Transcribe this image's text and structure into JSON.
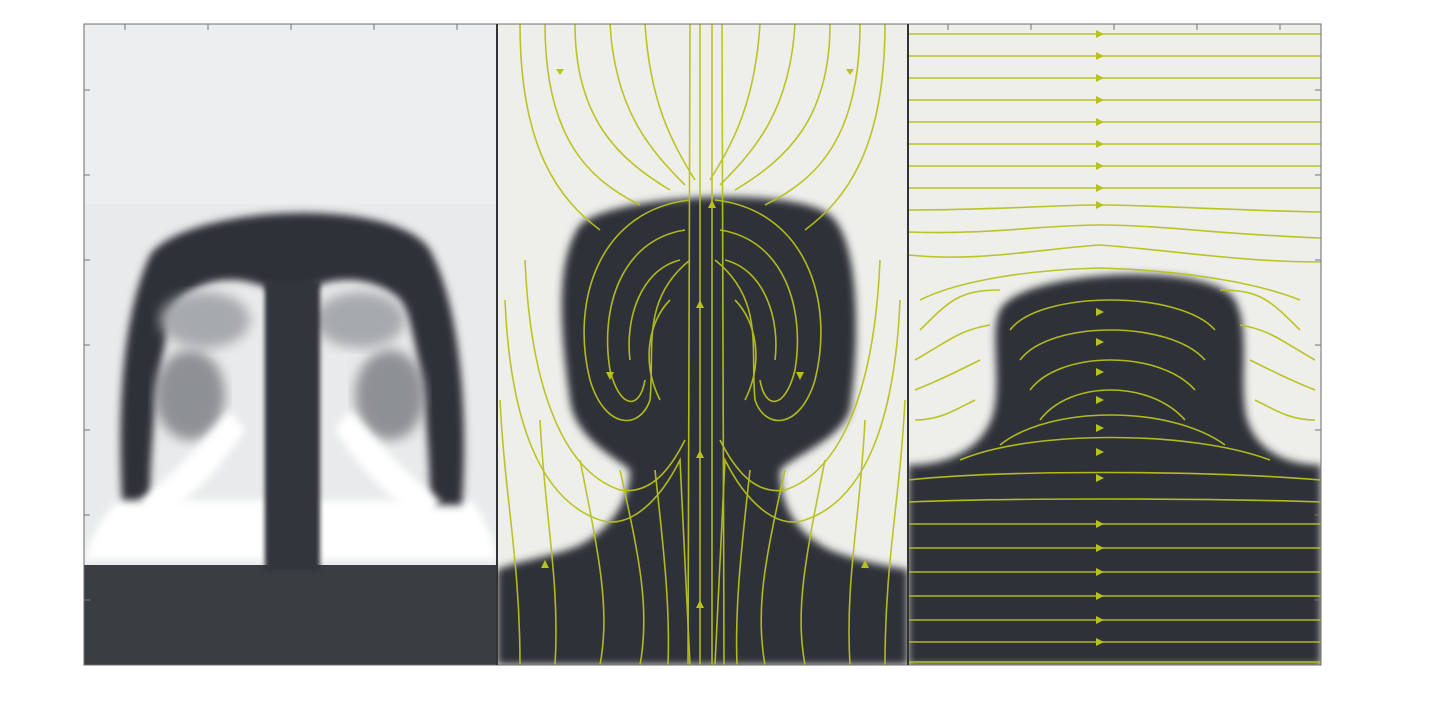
{
  "figure": {
    "panel_count": 3,
    "background": "#ffffff",
    "panels": [
      {
        "name": "density-field",
        "light_fluid_color": "#e6e8e9",
        "dark_fluid_color": "#33363a",
        "gray_vortex_color": "#8e9194",
        "streamlines": false
      },
      {
        "name": "flow-streamlines-rising",
        "light_fluid_color": "#eeeeea",
        "dark_fluid_color": "#2f3337",
        "streamline_color": "#b8c21c",
        "streamlines": true
      },
      {
        "name": "flow-streamlines-horizontal",
        "light_fluid_color": "#eeeeea",
        "dark_fluid_color": "#2f3337",
        "streamline_color": "#b8c21c",
        "streamlines": true
      }
    ],
    "frame_color": "#555555"
  }
}
